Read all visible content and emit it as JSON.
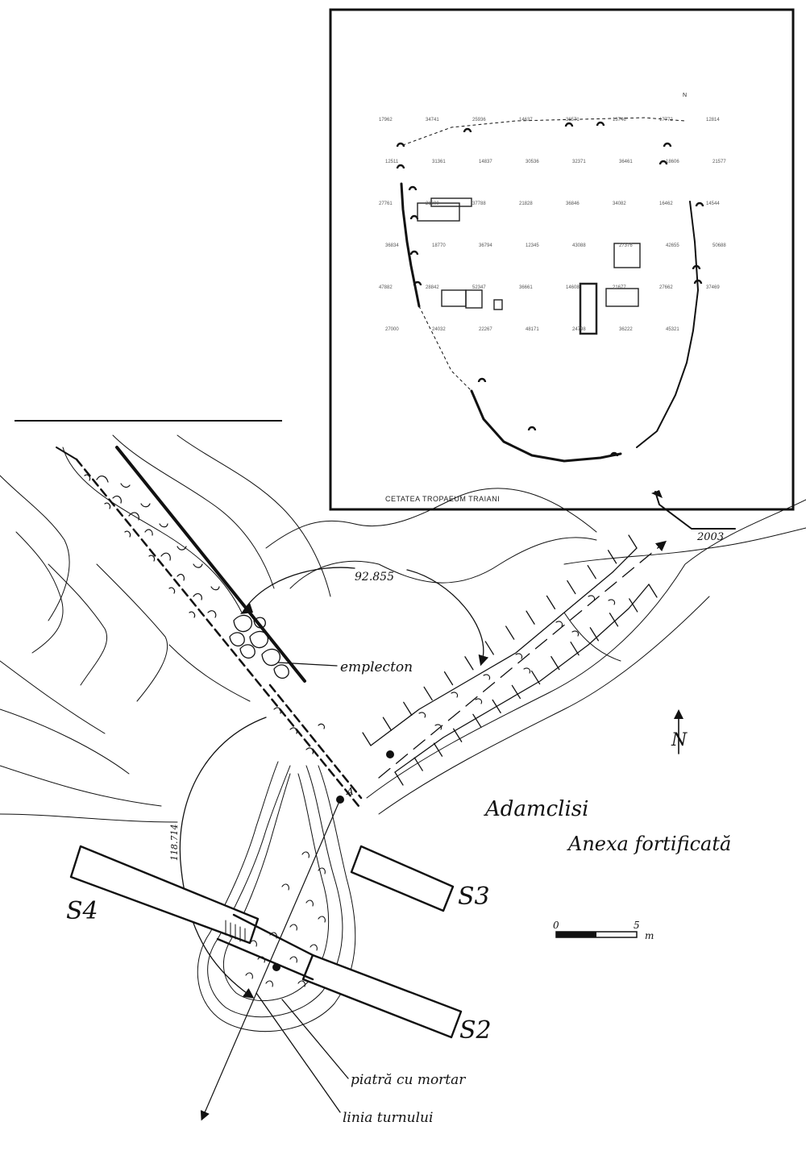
{
  "inset": {
    "caption": "CETATEA TROPAEUM TRAIANI",
    "arrow_label": "2003",
    "north_mark": "N",
    "grid_numbers": [
      "17962",
      "34741",
      "25936",
      "14637",
      "36571",
      "13746",
      "17772",
      "12814",
      "12511",
      "31361",
      "14837",
      "30536",
      "32371",
      "36461",
      "18606",
      "21577",
      "27761",
      "21600",
      "37788",
      "21828",
      "36846",
      "34082",
      "16462",
      "14544",
      "36834",
      "18770",
      "36794",
      "12345",
      "43088",
      "27376",
      "42655",
      "50688",
      "47882",
      "28842",
      "52347",
      "36661",
      "14608",
      "21677",
      "27662",
      "37469",
      "27000",
      "24032",
      "22267",
      "48171",
      "24798",
      "36222",
      "45321"
    ]
  },
  "annotations": {
    "emplecton": "emplecton",
    "angle_upper": "92.855",
    "angle_lower": "118.714",
    "point_a": "A",
    "site_name": "Adamclisi",
    "subtitle": "Anexa fortificată",
    "piatra": "piatră cu mortar",
    "linia": "linia turnului",
    "north": "N"
  },
  "sections": {
    "s4": "S4",
    "s3": "S3",
    "s2": "S2"
  },
  "scale_bar": {
    "zero": "0",
    "five": "5",
    "unit": "m"
  }
}
